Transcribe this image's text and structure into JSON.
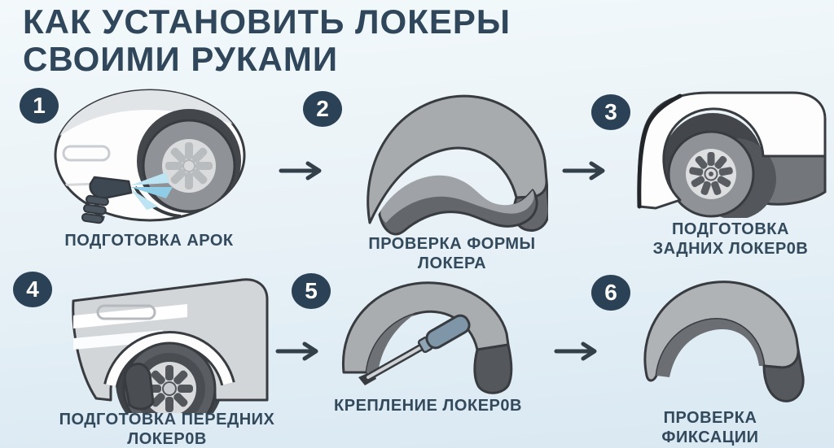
{
  "title": "КАК УСТАНОВИТЬ ЛОКЕРЫ\nСВОИМИ РУКАМИ",
  "steps": [
    {
      "number": "1",
      "label": "ПОДГОТОВКА АРОК",
      "icon": "car-arch-spray"
    },
    {
      "number": "2",
      "label": "ПРОВЕРКА ФОРМЫ\nЛОКЕРА",
      "icon": "liner-shapes"
    },
    {
      "number": "3",
      "label": "ПОДГОТОВКА\nЗАДНИХ ЛОКЕР0В",
      "icon": "rear-wheel-arch"
    },
    {
      "number": "4",
      "label": "ПОДГОТОВКА ПЕРЕДНИХ\nЛОКЕР0В",
      "icon": "front-wheel-arch"
    },
    {
      "number": "5",
      "label": "КРЕПЛЕНИЕ ЛОКЕР0В",
      "icon": "liner-screwdriver"
    },
    {
      "number": "6",
      "label": "ПРОВЕРКА\nФИКСАЦИИ",
      "icon": "liner-check"
    }
  ],
  "colors": {
    "title_text": "#30465a",
    "label_text": "#33495c",
    "badge_background": "#2b4156",
    "badge_number": "#ffffff",
    "arrow": "#333f49",
    "outline": "#383c40",
    "car_body_light": "#d3d6d9",
    "car_body_white": "#fdfdfe",
    "liner_light": "#aaadb0",
    "liner_dark": "#55595d",
    "spray_blue": "#9fd4e8",
    "screwdriver_handle": "#7e96a8",
    "background_top": "#f3f9fb",
    "background_bottom": "#d9e8f2"
  }
}
